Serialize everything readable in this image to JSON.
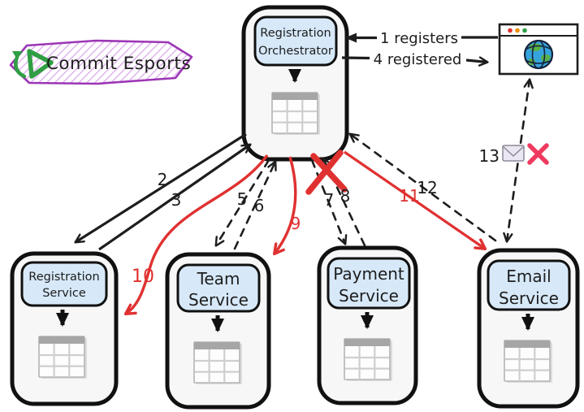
{
  "logo": {
    "text": "Commit Esports"
  },
  "orchestrator": {
    "line1": "Registration",
    "line2": "Orchestrator"
  },
  "client_flows": {
    "registers": "1 registers",
    "registered": "4 registered"
  },
  "steps": {
    "s2": "2",
    "s3": "3",
    "s5": "5",
    "s6": "6",
    "s7": "7",
    "s8": "8",
    "s9": "9",
    "s10": "10",
    "s11": "11",
    "s12": "12",
    "s13": "13"
  },
  "services": [
    {
      "line1": "Registration",
      "line2": "Service"
    },
    {
      "line1": "Team",
      "line2": "Service"
    },
    {
      "line1": "Payment",
      "line2": "Service"
    },
    {
      "line1": "Email",
      "line2": "Service"
    }
  ],
  "icons": {
    "logo_play": "play-arrow-icon",
    "browser": "browser-window-icon",
    "globe": "globe-icon",
    "database": "table-icon",
    "email": "envelope-icon",
    "failure_small": "pink-x-icon",
    "failure_big": "red-x-icon"
  },
  "colors": {
    "accent_red": "#e03131",
    "failure_pink": "#ef3a5f",
    "logo_purple": "#9c36b5",
    "label_blue": "#d7e9f9",
    "logo_green": "#2f9e44",
    "globe_blue": "#35a3dc"
  }
}
